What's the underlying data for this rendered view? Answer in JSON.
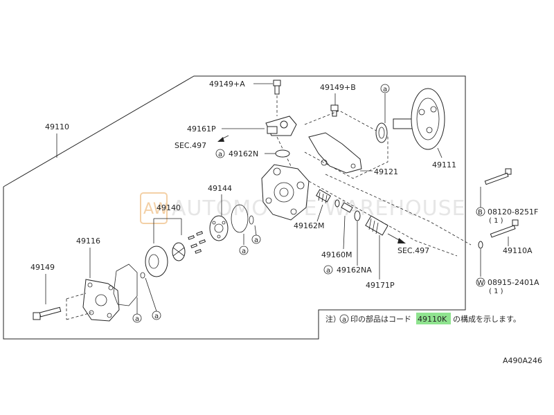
{
  "watermark": {
    "logo": "AW",
    "text": "AUTOMOTIVE WAREHOUSE"
  },
  "labels": {
    "p49110": "49110",
    "p49149a": "49149+A",
    "p49149b": "49149+B",
    "p49161p": "49161P",
    "sec497_top": "SEC.497",
    "p49162n": "49162N",
    "p49121": "49121",
    "p49111": "49111",
    "p49144": "49144",
    "p49140": "49140",
    "p49116": "49116",
    "p49149": "49149",
    "p49162m": "49162M",
    "p49160m": "49160M",
    "p49162na": "49162NA",
    "p49171p": "49171P",
    "sec497_right": "SEC.497",
    "p08120": "08120-8251F",
    "p08120_qty": "( 1 )",
    "p49110a": "49110A",
    "p08915": "08915-2401A",
    "p08915_qty": "( 1 )",
    "circle_a": "a",
    "circle_b": "B",
    "circle_w": "W"
  },
  "note": {
    "prefix": "注）",
    "middle": "印の部品はコード",
    "code": "49110K",
    "suffix": "の構成を示します。"
  },
  "diagram_code": "A490A246",
  "colors": {
    "highlight": "#8fe38f",
    "line": "#222222"
  }
}
